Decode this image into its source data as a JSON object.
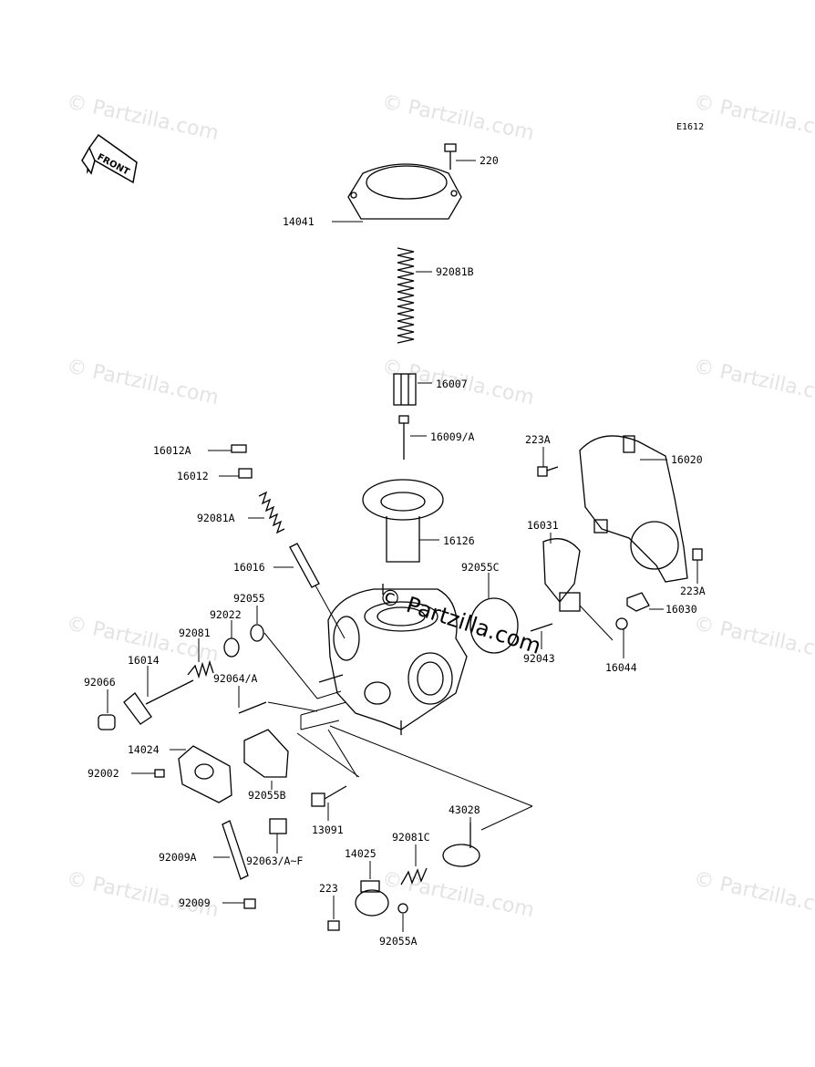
{
  "diagram_code": "E1612",
  "front_label": "FRONT",
  "watermark": {
    "text": "© Partzilla.com",
    "center_text": "© Partzilla.com"
  },
  "parts": {
    "p220": "220",
    "p14041": "14041",
    "p92081B": "92081B",
    "p16007": "16007",
    "p16009A": "16009/A",
    "p16012A": "16012A",
    "p16012": "16012",
    "p92081A": "92081A",
    "p16126": "16126",
    "p223A_top": "223A",
    "p16020": "16020",
    "p16031": "16031",
    "p92055C": "92055C",
    "p16016": "16016",
    "p92055": "92055",
    "p92022": "92022",
    "p92081": "92081",
    "p16014": "16014",
    "p92066": "92066",
    "p92064A": "92064/A",
    "p223A_right": "223A",
    "p16030": "16030",
    "p92043": "92043",
    "p16044": "16044",
    "p14024": "14024",
    "p92002": "92002",
    "p92055B": "92055B",
    "p13091": "13091",
    "p43028": "43028",
    "p92081C": "92081C",
    "p14025": "14025",
    "p92009A": "92009A",
    "p92063AF": "92063/A~F",
    "p223": "223",
    "p92009": "92009",
    "p92055A": "92055A"
  }
}
